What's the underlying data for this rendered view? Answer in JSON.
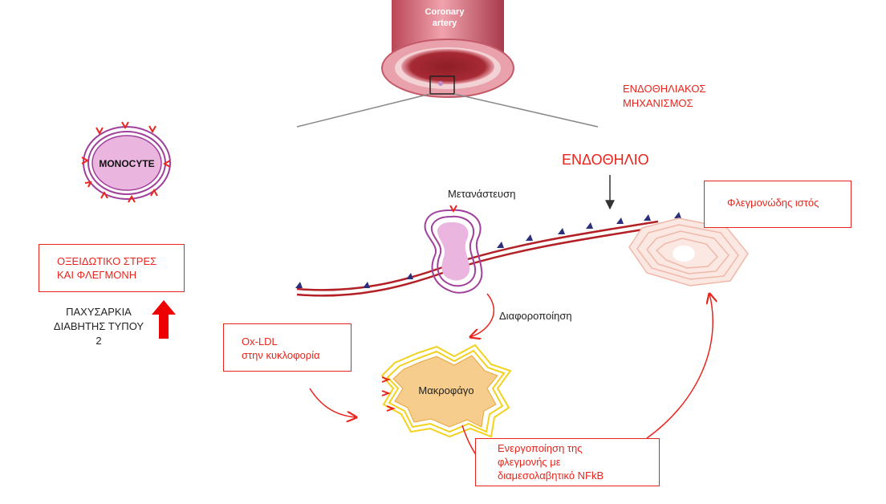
{
  "artery": {
    "line1": "Coronary",
    "line2": "artery"
  },
  "header": {
    "mechanism_line1": "ΕΝΔΟΘΗΛΙΑΚΟΣ",
    "mechanism_line2": "ΜΗΧΑΝΙΣΜΟΣ",
    "endothelium": "ΕΝΔΟΘΗΛΙΟ"
  },
  "monocyte": {
    "label": "MONOCYTE"
  },
  "oxidative_box": {
    "line1": "ΟΞΕΙΔΩΤΙΚΟ ΣΤΡΕΣ",
    "line2": "ΚΑΙ ΦΛΕΓΜΟΝΗ"
  },
  "risk_factors": {
    "line1": "ΠΑΧΥΣΑΡΚΙΑ",
    "line2": "ΔΙΑΒΗΤΗΣ ΤΥΠΟΥ 2"
  },
  "migration": {
    "label": "Μετανάστευση"
  },
  "differentiation": {
    "label": "Διαφοροποίηση"
  },
  "oxldl_box": {
    "line1": "Ox-LDL",
    "line2": "στην κυκλοφορία"
  },
  "macrophage": {
    "label": "Μακροφάγο"
  },
  "inflamed_tissue_box": {
    "label": "Φλεγμονώδης ιστός"
  },
  "nfkb_box": {
    "line1": "Ενεργοποίηση  της",
    "line2": "φλεγμονής με",
    "line3": "διαμεσολαβητικό NFkB"
  },
  "colors": {
    "accent_red": "#e8251c",
    "membrane_purple": "#a0409a",
    "cell_pink": "#eab6df",
    "macrophage_fill": "#f6cd8c",
    "macrophage_border": "#f2d21e",
    "vessel_red": "#b32025",
    "receptor_blue": "#2b2f7c"
  }
}
